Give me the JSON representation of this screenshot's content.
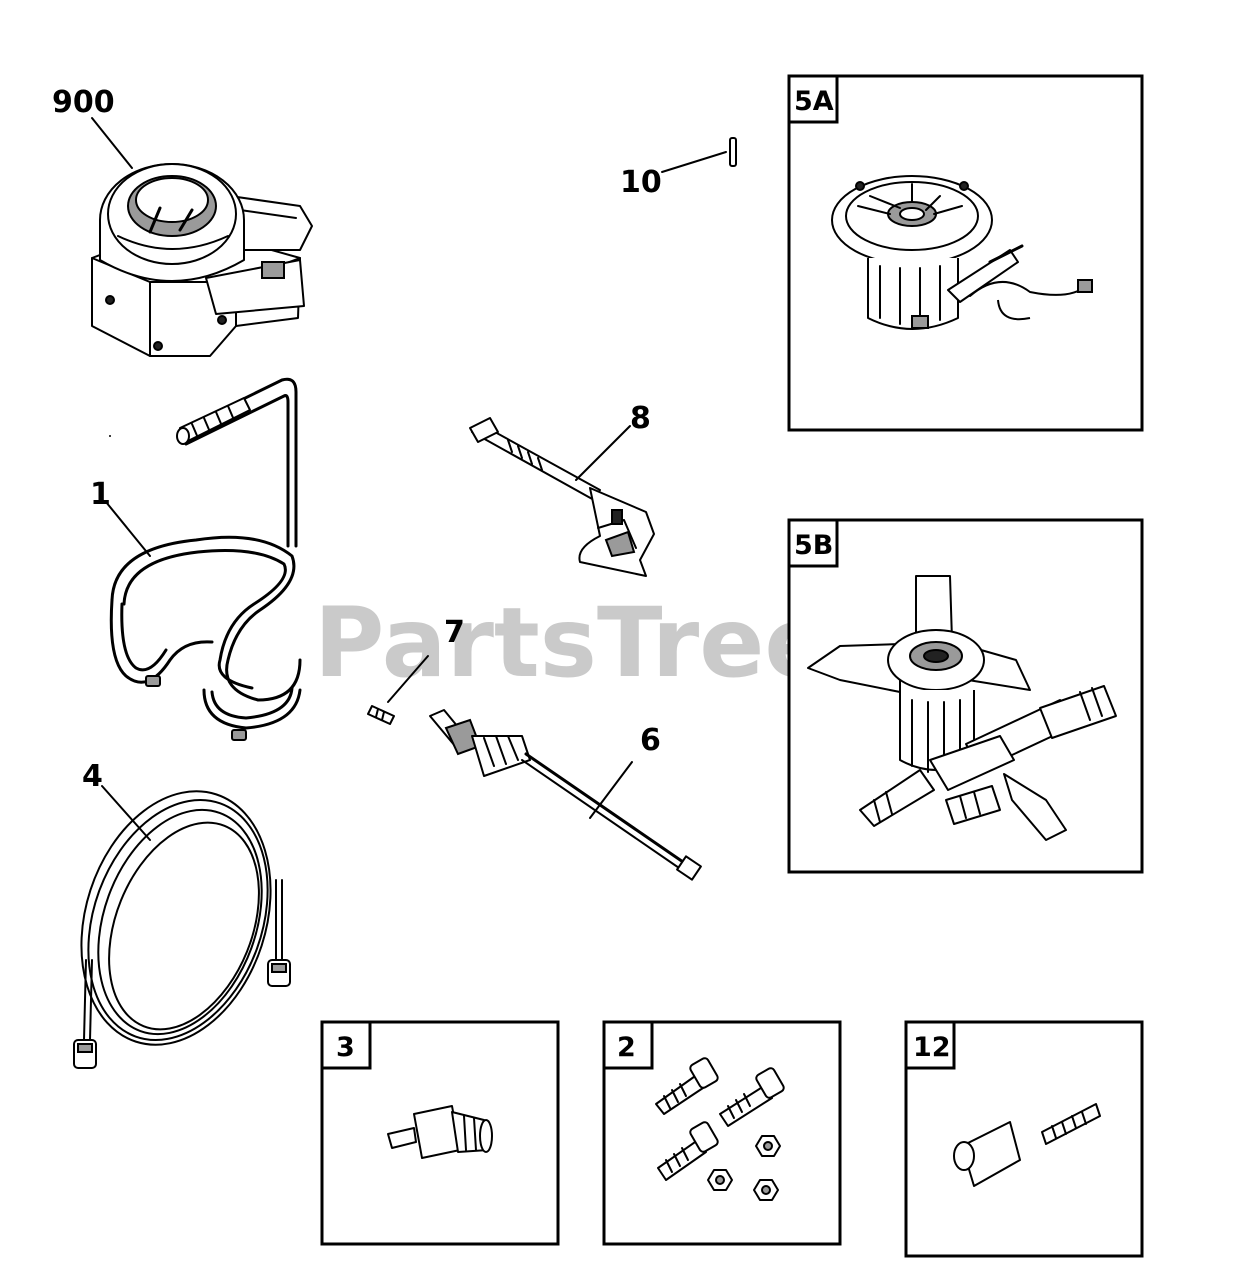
{
  "watermark": {
    "text": "PartsTree",
    "trademark": "™"
  },
  "callouts": {
    "engine": "900",
    "cart_handle": "1",
    "hose": "4",
    "spray_gun": "8",
    "nozzle_tip": "7",
    "spray_wand": "6",
    "pin": "10"
  },
  "boxes": {
    "pump_5a": "5A",
    "pump_5b": "5B",
    "fitting_3": "3",
    "hardware_2": "2",
    "adapter_12": "12"
  }
}
